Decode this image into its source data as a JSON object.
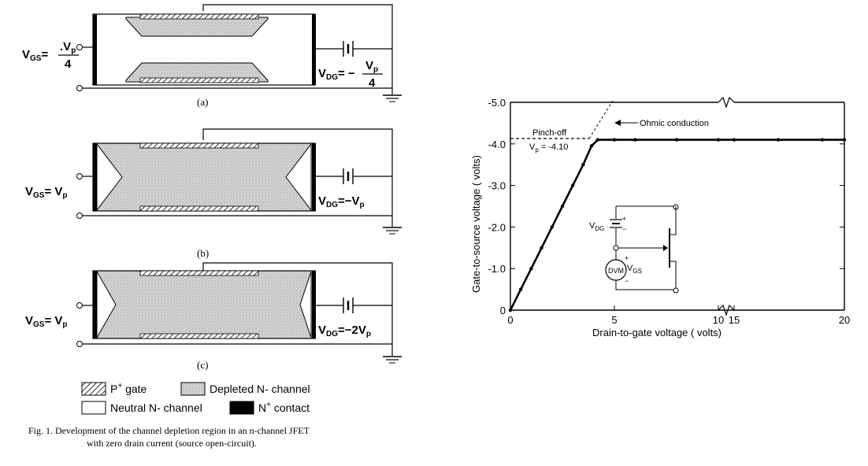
{
  "figure": {
    "panels": [
      {
        "caption": "(a)",
        "vgs": {
          "lhs": "V",
          "sub": "GS",
          "rhs_prefix": "= ",
          "num": ".V",
          "num_sub": "p",
          "den": "4"
        },
        "vdg": {
          "lhs": "V",
          "sub": "DG",
          "rhs_prefix": "= −",
          "num": "V",
          "num_sub": "p",
          "den": "4"
        }
      },
      {
        "caption": "(b)",
        "vgs": {
          "lhs": "V",
          "sub": "GS",
          "rhs": "= V",
          "rhs_sub": "p"
        },
        "vdg": {
          "lhs": "V",
          "sub": "DG",
          "rhs": "=−V",
          "rhs_sub": "p"
        }
      },
      {
        "caption": "(c)",
        "vgs": {
          "lhs": "V",
          "sub": "GS",
          "rhs": "= V",
          "rhs_sub": "p"
        },
        "vdg": {
          "lhs": "V",
          "sub": "DG",
          "rhs": "=−2V",
          "rhs_sub": "p"
        }
      }
    ],
    "legend": {
      "p_gate": {
        "base": "P",
        "sup": "+",
        "rest": " gate"
      },
      "depleted": "Depleted  N- channel",
      "neutral": "Neutral  N- channel",
      "contact": {
        "base": "N",
        "sup": "+",
        "rest": " contact"
      }
    },
    "caption_line1": "Fig. 1.   Development of the channel depletion region in an n-channel JFET",
    "caption_line2": "with zero drain current (source open-circuit).",
    "colors": {
      "ink": "#000000",
      "depleted_fill": "#d9d9d9",
      "paper": "#ffffff"
    }
  },
  "chart_data": {
    "type": "line",
    "xlabel": "Drain-to-gate voltage ( volts)",
    "ylabel": "Gate-to-source voltage  ( volts)",
    "x_ticks": [
      "0",
      "5",
      "10",
      "15",
      "20"
    ],
    "y_ticks": [
      "0",
      "-1.0",
      "-2.0",
      "-3.0",
      "-4.0",
      "-5.0"
    ],
    "x_axis_break_between": [
      10,
      15
    ],
    "series": [
      {
        "x": [
          0,
          0.5,
          1.0,
          1.5,
          2.0,
          2.5,
          3.0,
          3.5,
          3.9,
          4.2,
          5,
          6,
          8,
          10,
          15,
          17,
          19,
          20
        ],
        "y": [
          0,
          -0.5,
          -1.0,
          -1.5,
          -2.0,
          -2.5,
          -3.0,
          -3.5,
          -3.95,
          -4.1,
          -4.1,
          -4.1,
          -4.1,
          -4.1,
          -4.1,
          -4.1,
          -4.1,
          -4.1
        ]
      }
    ],
    "annotations": {
      "pinch_off": "Pinch-off",
      "vp_lhs": "V",
      "vp_sub": "p",
      "vp_rhs": " = -4.10",
      "ohmic": "Ohmic conduction"
    },
    "inset": {
      "vdg_label": "V",
      "vdg_sub": "DG",
      "dvm_label": "DVM",
      "vgs_label": "V",
      "vgs_sub": "GS"
    }
  }
}
